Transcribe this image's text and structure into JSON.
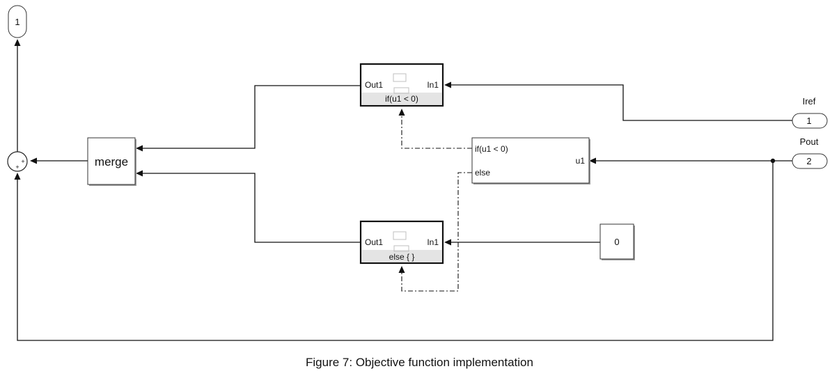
{
  "caption": "Figure 7: Objective function implementation",
  "outports": {
    "out1": {
      "number": "1"
    }
  },
  "inports": {
    "iref": {
      "number": "1",
      "label": "Iref"
    },
    "pout": {
      "number": "2",
      "label": "Pout"
    }
  },
  "blocks": {
    "merge": {
      "label": "merge"
    },
    "constant": {
      "value": "0"
    },
    "if_action_top": {
      "out_port": "Out1",
      "in_port": "In1",
      "label": "if(u1 < 0)"
    },
    "if_action_bottom": {
      "out_port": "Out1",
      "in_port": "In1",
      "label": "else { }"
    },
    "if_block": {
      "if_port": "if(u1 < 0)",
      "else_port": "else",
      "input_port": "u1"
    },
    "sum": {
      "signs": [
        "+",
        "+"
      ]
    }
  }
}
